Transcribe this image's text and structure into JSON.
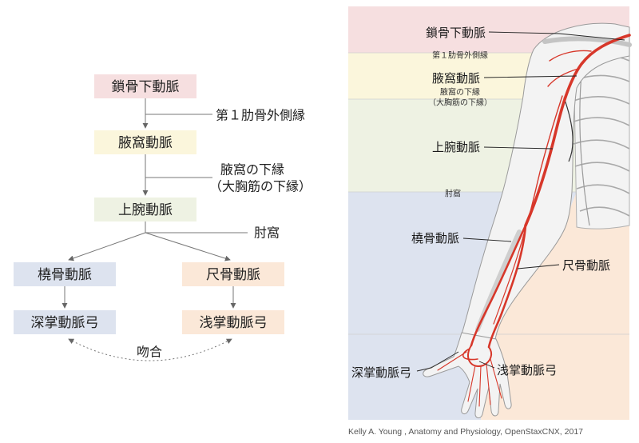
{
  "flowchart": {
    "subclavian": "鎖骨下動脈",
    "axillary": "腋窩動脈",
    "brachial": "上腕動脈",
    "radial": "橈骨動脈",
    "ulnar": "尺骨動脈",
    "deep_palmar_arch": "深掌動脈弓",
    "superficial_palmar_arch": "浅掌動脈弓",
    "first_rib_margin": "第１肋骨外側縁",
    "axilla_lower_margin": "腋窩の下縁",
    "pectoralis_lower_margin": "（大胸筋の下縁）",
    "cubital_fossa": "肘窩",
    "anastomosis": "吻合"
  },
  "illustration": {
    "labels": {
      "subclavian": "鎖骨下動脈",
      "axillary": "腋窩動脈",
      "brachial": "上腕動脈",
      "radial": "橈骨動脈",
      "ulnar": "尺骨動脈",
      "deep_palmar_arch": "深掌動脈弓",
      "superficial_palmar_arch": "浅掌動脈弓"
    },
    "region_labels": {
      "first_rib_margin": "第１肋骨外側縁",
      "axilla_lower_margin": "腋窩の下縁",
      "pectoralis_lower_margin": "（大胸筋の下縁）",
      "cubital_fossa": "肘窩"
    },
    "credit": "Kelly A. Young , Anatomy and Physiology, OpenStaxCNX, 2017"
  },
  "colors": {
    "pink": "#f6dfe0",
    "yellow": "#fbf6dc",
    "green": "#eef2e3",
    "blue": "#dde3ef",
    "peach": "#fbe8d8",
    "artery": "#d7372a",
    "arm": "#f3f3f3",
    "connector": "#777777"
  }
}
